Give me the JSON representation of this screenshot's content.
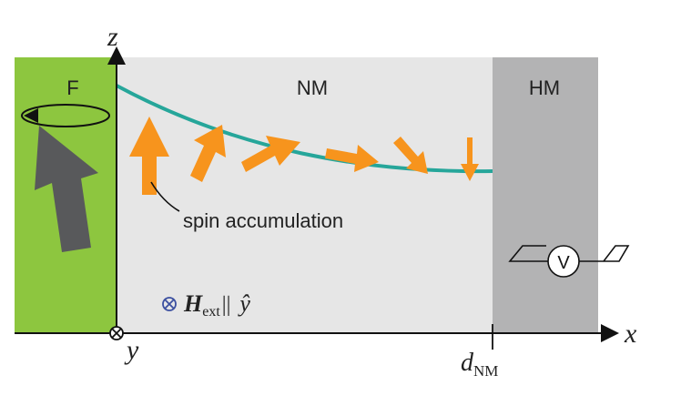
{
  "regions": {
    "ferromagnet": {
      "label": "F",
      "color": "#8dc63f"
    },
    "normal_metal": {
      "label": "NM",
      "color": "#e6e6e6"
    },
    "heavy_metal": {
      "label": "HM",
      "color": "#b3b3b4"
    }
  },
  "axes": {
    "z_label": "z",
    "x_label": "x",
    "y_label": "y",
    "thickness_label": "d",
    "thickness_subscript": "NM"
  },
  "annotations": {
    "spin_accumulation": "spin accumulation",
    "field_symbol": "H",
    "field_subscript": "ext",
    "field_parallel": "||",
    "field_direction": "ŷ",
    "voltmeter": "V"
  },
  "colors": {
    "spin_arrow": "#f7941d",
    "decay_curve": "#26a69a",
    "magnetization_arrow": "#58595b",
    "field_marker": "#3b4fa0"
  }
}
